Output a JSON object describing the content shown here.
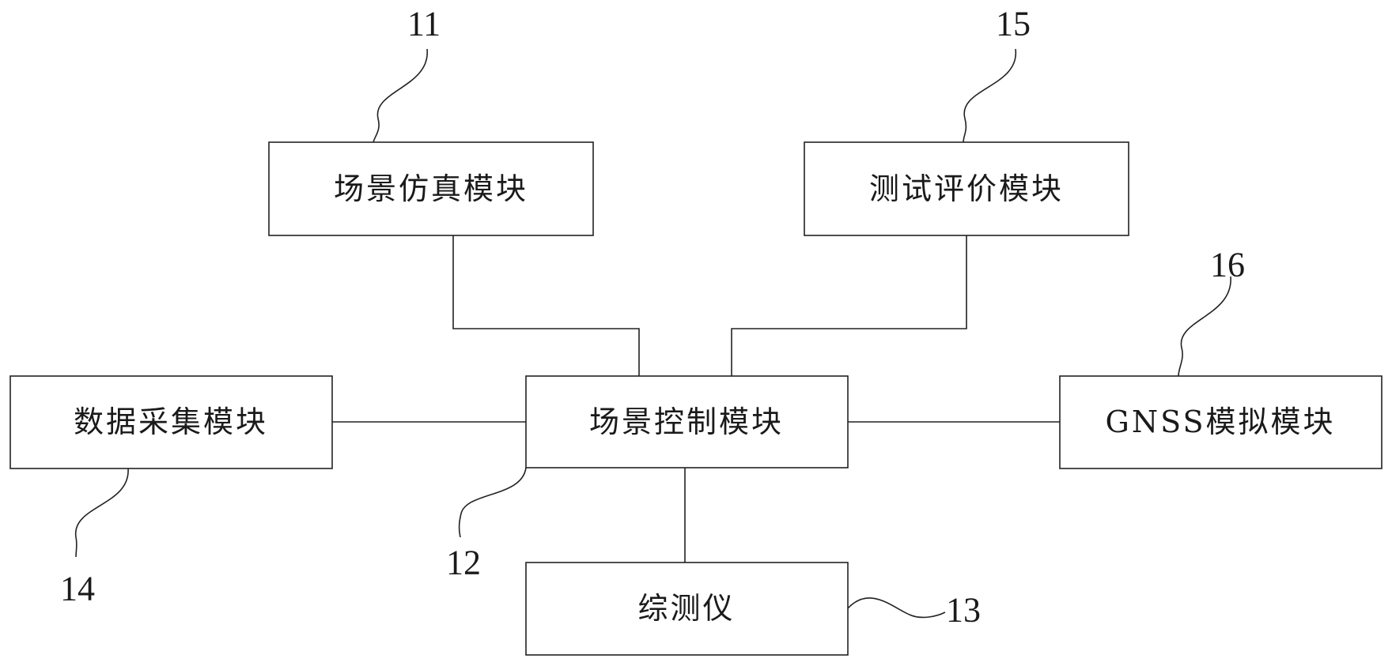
{
  "modules": {
    "scene_simulation": {
      "label": "场景仿真模块",
      "ref": "11"
    },
    "scene_control": {
      "label": "场景控制模块",
      "ref": "12"
    },
    "tester": {
      "label": "综测仪",
      "ref": "13"
    },
    "data_collection": {
      "label": "数据采集模块",
      "ref": "14"
    },
    "test_evaluation": {
      "label": "测试评价模块",
      "ref": "15"
    },
    "gnss_simulation": {
      "label": "GNSS模拟模块",
      "ref": "16"
    }
  }
}
